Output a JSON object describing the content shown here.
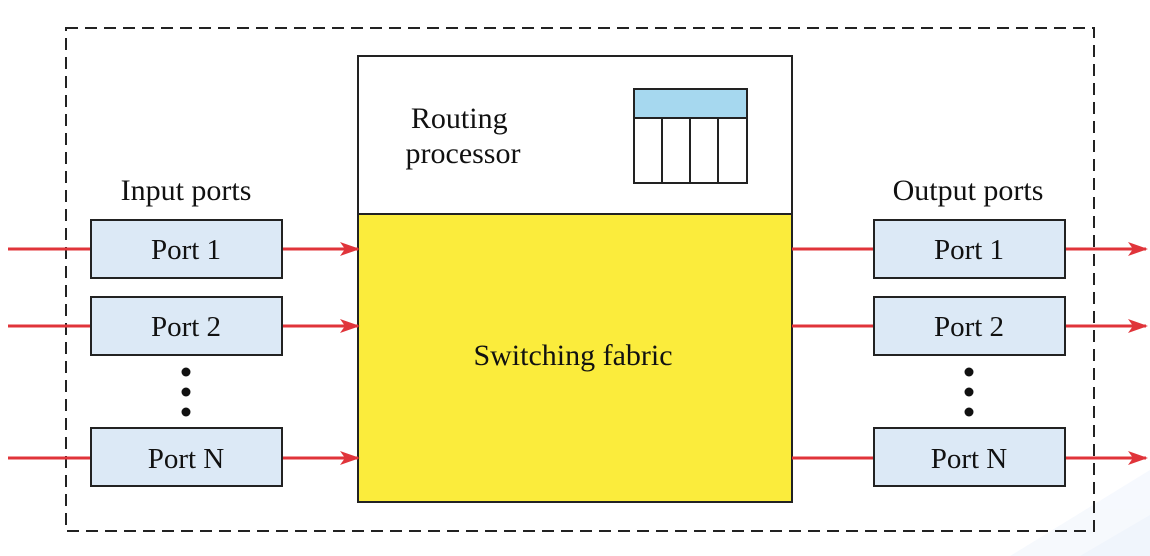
{
  "diagram": {
    "routing_processor_label": [
      "Routing",
      "processor"
    ],
    "switching_fabric_label": "Switching fabric",
    "input_ports_heading": "Input ports",
    "output_ports_heading": "Output ports",
    "input_ports": [
      "Port 1",
      "Port 2",
      "Port N"
    ],
    "output_ports": [
      "Port 1",
      "Port 2",
      "Port N"
    ]
  },
  "colors": {
    "fabric_fill": "#fbec3c",
    "port_fill": "#dce9f6",
    "table_header": "#a6d8ef",
    "arrow": "#e0343a"
  }
}
